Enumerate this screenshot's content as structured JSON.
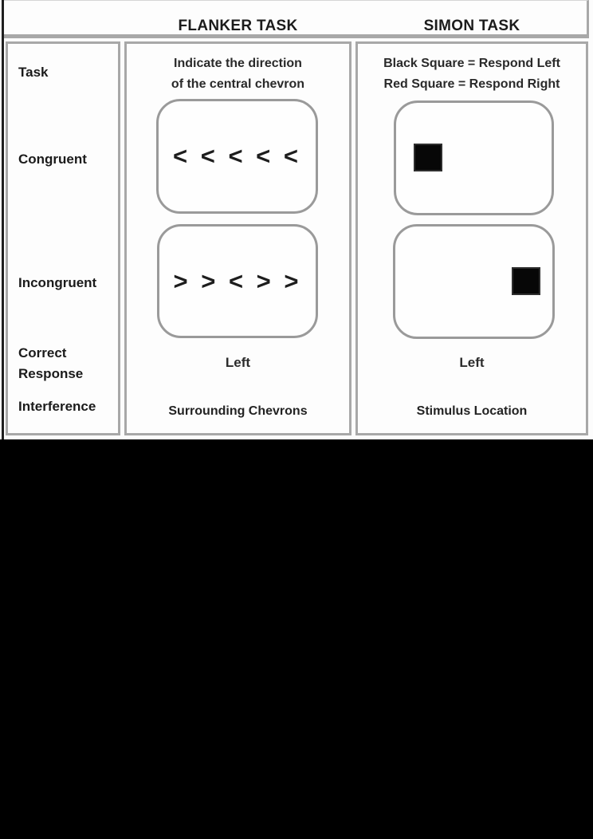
{
  "figure": {
    "header": {
      "flanker_title": "FLANKER TASK",
      "simon_title": "SIMON TASK"
    },
    "row_labels": {
      "task": "Task",
      "congruent": "Congruent",
      "incongruent": "Incongruent",
      "correct_response": "Correct Response",
      "interference": "Interference"
    },
    "flanker": {
      "task_description_line1": "Indicate the direction",
      "task_description_line2": "of the central chevron",
      "congruent_stimulus": "< < < < <",
      "incongruent_stimulus": "> > < > >",
      "correct_response": "Left",
      "interference": "Surrounding Chevrons"
    },
    "simon": {
      "task_description_line1": "Black Square = Respond Left",
      "task_description_line2": "Red Square = Respond Right",
      "congruent_square_position": "left",
      "incongruent_square_position": "right",
      "correct_response": "Left",
      "interference": "Stimulus Location"
    },
    "colors": {
      "panel_border_gray": "#a8a8a8",
      "box_border_gray": "#9a9a9a",
      "text_dark": "#1b1b1b",
      "square_black": "#070707",
      "figure_background": "#fdfdfd",
      "page_background": "#000000"
    }
  }
}
